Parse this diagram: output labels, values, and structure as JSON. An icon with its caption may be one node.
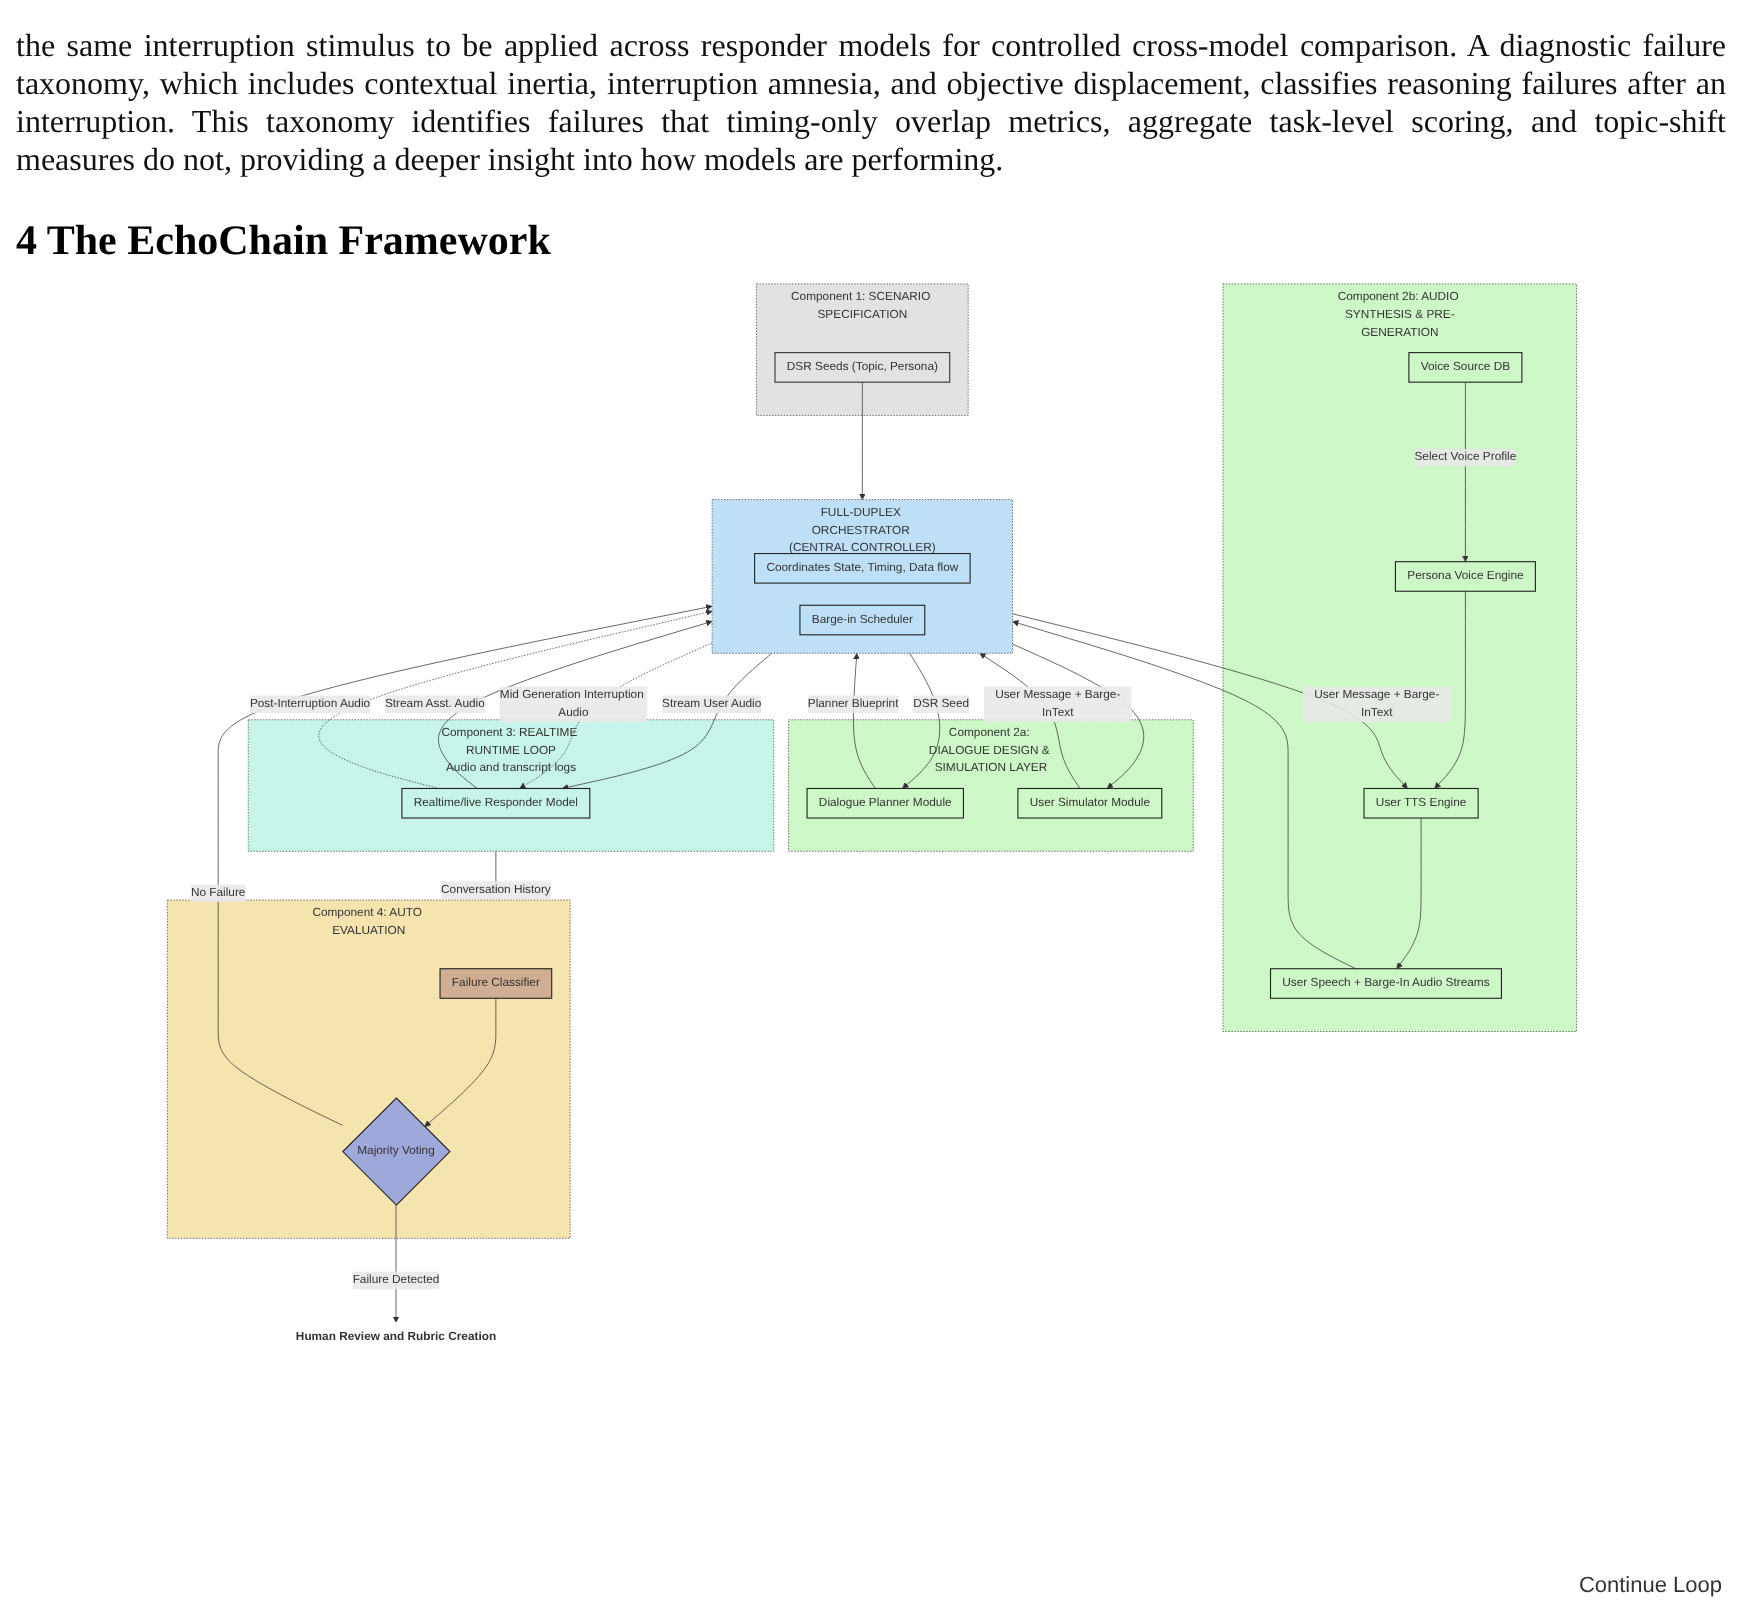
{
  "diagram": {
    "title": "4 The EchoChain Framework",
    "nodes": [
      {
        "text": [
          "Component 1: SCENARIO SPECIFICATION"
        ]
      },
      {
        "text": [
          "DSR Seeds (Topic, Persona)"
        ],
        "in": 0
      },
      {
        "text": [
          "Component 2a: DIALOGUE DESIGN & SIMULATION LAYER"
        ]
      },
      {
        "text": [
          "Dialogue Planner Module"
        ],
        "in": 2
      },
      {
        "text": [
          "User Simulator Module"
        ],
        "in": 2
      },
      {
        "text": [
          "FULL-DUPLEX ORCHESTRATOR (CENTRAL CONTROLLER)"
        ]
      },
      {
        "text": [
          "Coordinates State, Timing, Data flow"
        ],
        "in": 5
      },
      {
        "text": [
          "Barge-in Scheduler"
        ],
        "in": 5
      },
      {
        "text": [
          "Component 2b: AUDIO SYNTHESIS & PRE-GENERATION"
        ]
      },
      {
        "text": [
          "Voice Source DB"
        ],
        "in": 8
      },
      {
        "text": [
          "Persona Voice Engine"
        ],
        "in": 8
      },
      {
        "text": [
          "User TTS Engine"
        ],
        "in": 8
      },
      {
        "text": [
          "User Speech + Barge-In Audio Streams"
        ],
        "in": 8
      },
      {
        "text": [
          "Component 3: REALTIME RUNTIME LOOP",
          "Audio and transcript logs"
        ]
      },
      {
        "text": [
          "Realtime/live Responder Model"
        ],
        "in": 13
      },
      {
        "text": [
          "Component 4: AUTO EVALUATION"
        ]
      },
      {
        "text": [
          "Failure Classifier"
        ],
        "in": 15
      },
      {
        "text": [
          "Majority Voting"
        ],
        "in": 15
      },
      {
        "text": [
          "Human Review and Rubric Creation"
        ]
      }
    ],
    "edges": [
      {
        "from": 1,
        "to": 5,
        "arrow": "to"
      },
      {
        "from": 5,
        "to": 3,
        "label": "DSR Seed",
        "arrow": "to"
      },
      {
        "from": 3,
        "to": 5,
        "label": "Planner Blueprint",
        "arrow": "to"
      },
      {
        "from": 5,
        "to": 4,
        "arrow": "to"
      },
      {
        "from": 4,
        "to": 5,
        "label": "User Message + Barge-InText",
        "arrow": "to"
      },
      {
        "from": 5,
        "to": 14,
        "label": "Stream User Audio",
        "arrow": "to"
      },
      {
        "from": 14,
        "to": 5,
        "label": "Stream Asst. Audio",
        "arrow": "to"
      },
      {
        "from": 5,
        "to": 14,
        "label": "Mid Generation Interruption Audio",
        "arrow": "to",
        "style": "dashed"
      },
      {
        "from": 14,
        "to": 5,
        "label": "Post-Interruption Audio",
        "arrow": "to",
        "style": "dashed"
      },
      {
        "from": 13,
        "to": 15,
        "label": "Conversation History",
        "arrow": "to"
      },
      {
        "from": 16,
        "to": 17,
        "arrow": "to"
      },
      {
        "from": 17,
        "to": 5,
        "label": "No Failure",
        "arrow": "to"
      },
      {
        "from": 17,
        "to": 18,
        "label": "Failure Detected",
        "arrow": "to"
      },
      {
        "from": 5,
        "to": 11,
        "label": "User Message + Barge-InText",
        "arrow": "to"
      },
      {
        "from": 12,
        "to": 5,
        "arrow": "to"
      },
      {
        "from": 9,
        "to": 10,
        "label": "Select Voice Profile",
        "arrow": "to"
      },
      {
        "from": 10,
        "to": 11,
        "arrow": "to"
      },
      {
        "from": 11,
        "to": 12,
        "arrow": "to"
      }
    ],
    "labels": [
      "the same interruption stimulus to be applied across responder models for controlled cross-model comparison. A diagnostic failure taxonomy, which includes contextual inertia, interruption amnesia, and objective displacement, classifies reasoning failures after an interruption. This taxonomy identifies failures that timing-only overlap metrics, aggregate task-level scoring, and topic-shift measures do not, providing a deeper insight into how models are performing.",
      "Continue Loop"
    ]
  }
}
